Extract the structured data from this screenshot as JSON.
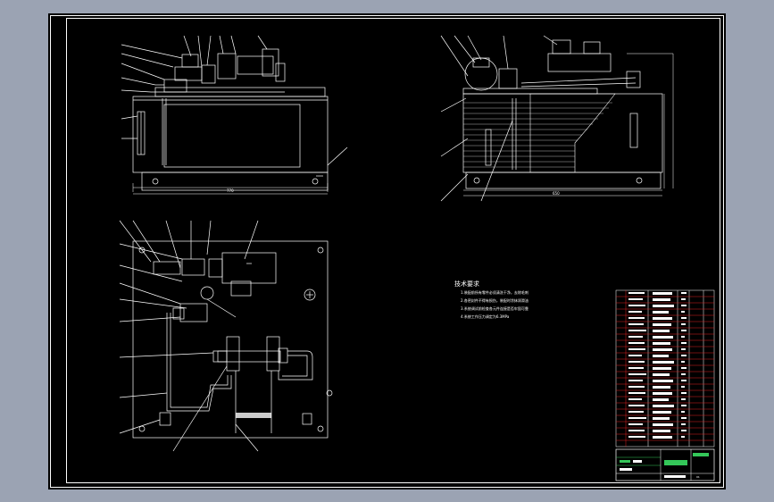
{
  "colors": {
    "background": "#9ba3b3",
    "canvas": "#000000",
    "linework": "#ffffff",
    "table_red": "#e02020",
    "title_green": "#34c759"
  },
  "front_view": {
    "width_dim": "770"
  },
  "side_view": {
    "width_dim": "650"
  },
  "tech_notes": {
    "title": "技术要求",
    "items": [
      "1.装配前所有零件必须清洗干净，去除毛刺",
      "2.各密封件不得有损伤，装配时涂抹润滑油",
      "3.系统调试前检查各元件连接是否牢固可靠",
      "4.系统工作压力调定为6.3MPa"
    ]
  },
  "title_block": {
    "sheet_no": "01"
  }
}
